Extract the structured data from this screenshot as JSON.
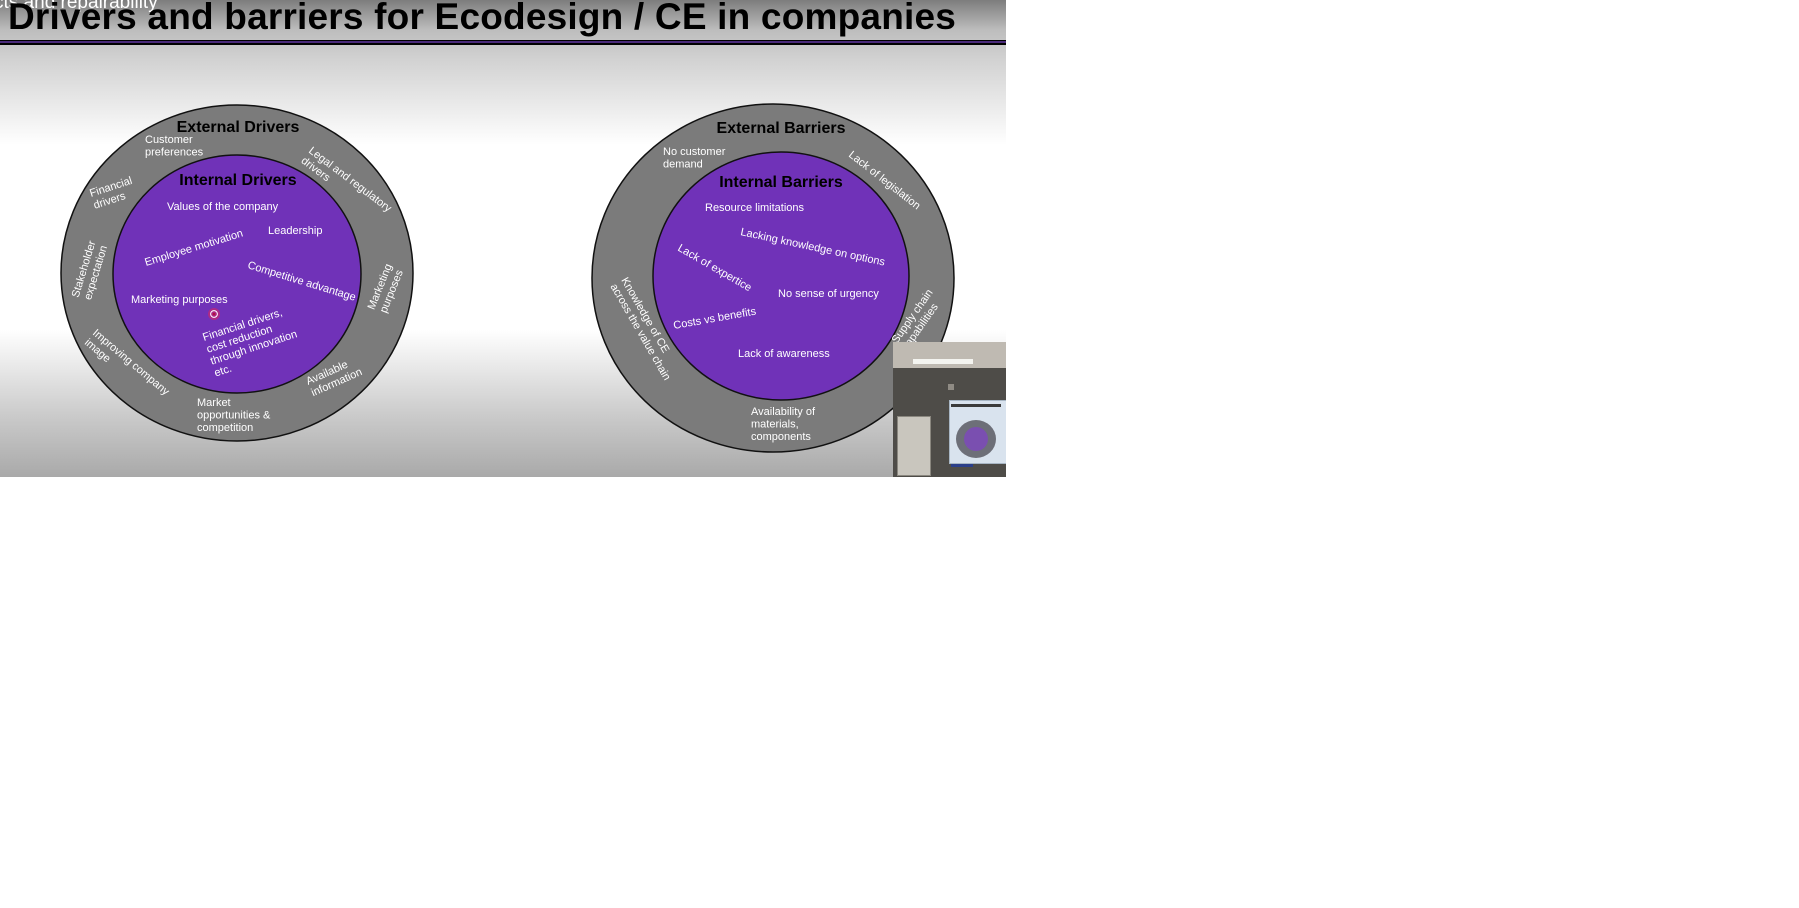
{
  "slide": {
    "breadcrumb": "cts and repairability",
    "title": "Drivers and barriers for Ecodesign / CE in companies"
  },
  "drivers": {
    "outer_title": "External Drivers",
    "inner_title": "Internal Drivers",
    "outer_labels": [
      "Customer\npreferences",
      "Legal and regulatory\ndrivers",
      "Financial\ndrivers",
      "Stakeholder\nexpectation",
      "Marketing\npurposes",
      "Improving company\nimage",
      "Available\ninformation",
      "Market\nopportunities &\ncompetition"
    ],
    "inner_labels": [
      "Values of the company",
      "Leadership",
      "Employee motivation",
      "Competitive advantage",
      "Marketing purposes",
      "Financial drivers,\ncost reduction\nthrough innovation\netc."
    ]
  },
  "barriers": {
    "outer_title": "External Barriers",
    "inner_title": "Internal Barriers",
    "outer_labels": [
      "No customer\ndemand",
      "Lack of legislation",
      "Knowledge of CE\nacross the value chain",
      "Supply chain\ncapabilities",
      "Availability of\nmaterials,\ncomponents"
    ],
    "inner_labels": [
      "Resource limitations",
      "Lacking knowledge on options",
      "Lack of expertice",
      "No sense of urgency",
      "Costs vs benefits",
      "Lack of awareness"
    ]
  },
  "colors": {
    "outer_ring": "#7b7b7b",
    "inner_circle": "#7032b8",
    "ring_stroke": "#111111",
    "label_text": "#ffffff",
    "cursor_marker": "#e0245e"
  },
  "icons": {
    "pointer": "pointer-dot-icon",
    "webcam": "webcam-thumbnail"
  }
}
